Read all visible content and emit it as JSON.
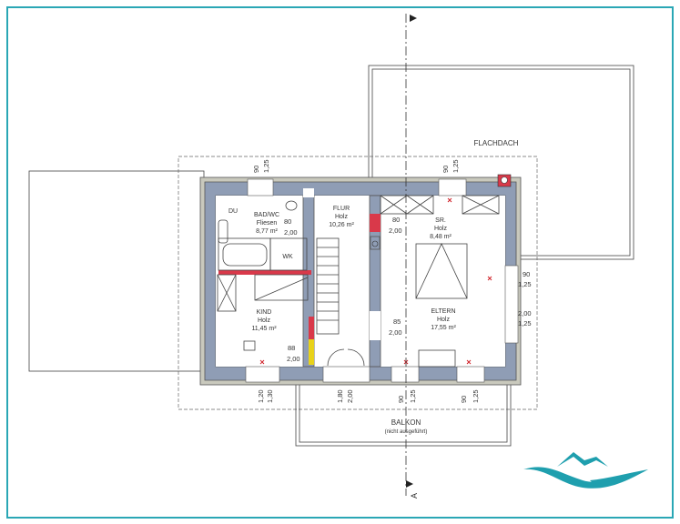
{
  "rooms": {
    "flachdach": "FLACHDACH",
    "du": "DU",
    "bad": {
      "name": "BAD/WC",
      "floor": "Fliesen",
      "area": "8,77 m²"
    },
    "flur": {
      "name": "FLUR",
      "floor": "Holz",
      "area": "10,26 m²"
    },
    "sr": {
      "name": "SR.",
      "floor": "Holz",
      "area": "8,48 m²"
    },
    "wk": "WK",
    "kind": {
      "name": "KIND",
      "floor": "Holz",
      "area": "11,45 m²"
    },
    "eltern": {
      "name": "ELTERN",
      "floor": "Holz",
      "area": "17,55 m²"
    },
    "balkon": {
      "name": "BALKON",
      "note": "(nicht ausgeführt)"
    }
  },
  "dimensions": {
    "top_left": [
      "90",
      "1,25"
    ],
    "top_right": [
      "90",
      "1,25"
    ],
    "right_upper": [
      "90",
      "1,25"
    ],
    "right_lower": [
      "2,00",
      "1,25"
    ],
    "door_bad": [
      "80",
      "2,00"
    ],
    "door_sr": [
      "80",
      "2,00"
    ],
    "door_eltern": [
      "85",
      "2,00"
    ],
    "door_kind": [
      "88",
      "2,00"
    ],
    "bottom_kind": [
      "1,20",
      "1,30"
    ],
    "bottom_flur": [
      "1,80",
      "2,00"
    ],
    "bottom_eltern1": [
      "90",
      "1,25"
    ],
    "bottom_eltern2": [
      "90",
      "1,25"
    ]
  },
  "section_marker": "A",
  "colors": {
    "frame": "#2aa7b5",
    "wall": "#8f9db5",
    "red": "#d9394a",
    "yellow": "#e8d21a",
    "logo": "#1f9fae"
  }
}
